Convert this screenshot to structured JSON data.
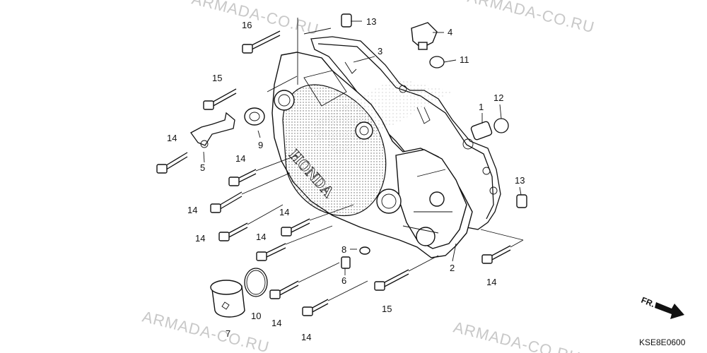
{
  "watermark": "ARMADA-CO.RU",
  "diagram_code": "KSE8E0600",
  "brand_text": "HONDA",
  "direction_label": "FR.",
  "callouts": {
    "c1": "1",
    "c2": "2",
    "c3": "3",
    "c4": "4",
    "c5": "5",
    "c6": "6",
    "c7": "7",
    "c8": "8",
    "c9": "9",
    "c10": "10",
    "c11": "11",
    "c12": "12",
    "c13a": "13",
    "c13b": "13",
    "c14a": "14",
    "c14b": "14",
    "c14c": "14",
    "c14d": "14",
    "c14e": "14",
    "c14f": "14",
    "c14g": "14",
    "c14h": "14",
    "c14i": "14",
    "c15a": "15",
    "c15b": "15",
    "c16": "16"
  }
}
